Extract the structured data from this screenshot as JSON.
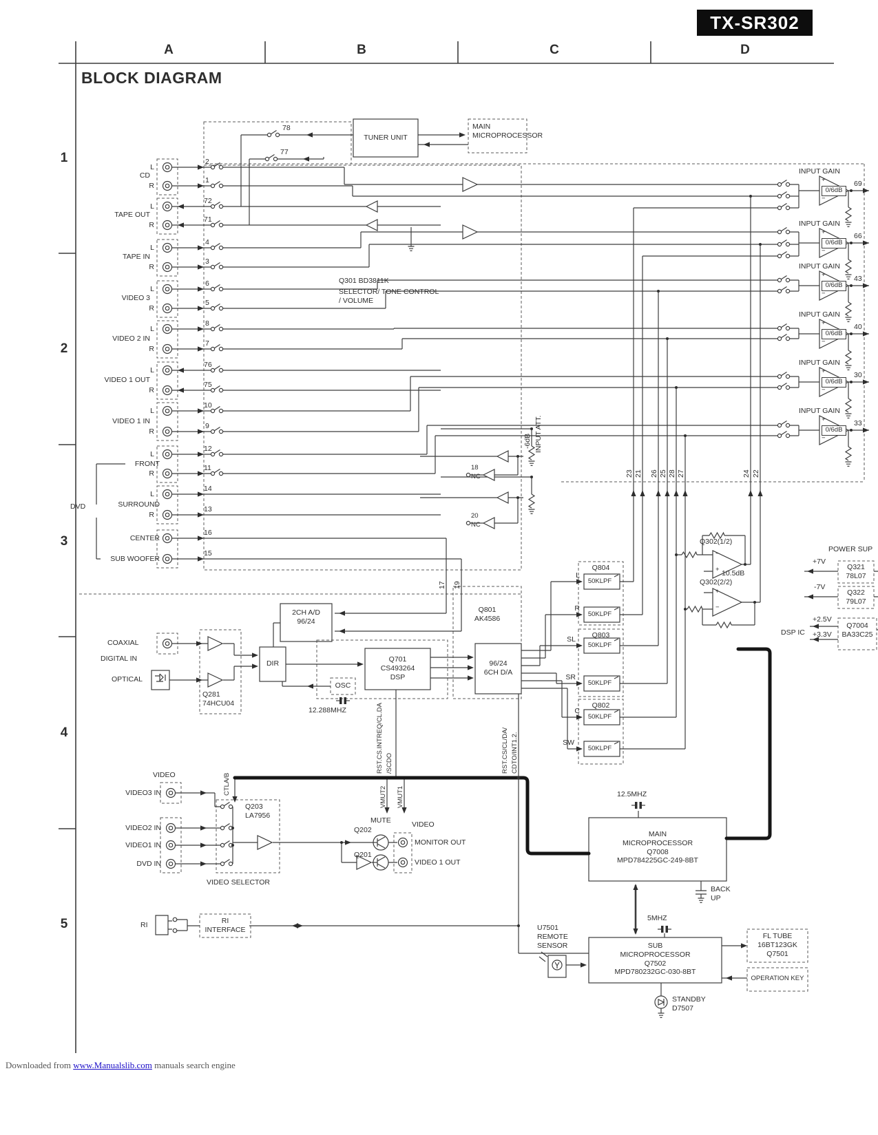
{
  "badge": "TX-SR302",
  "title": "BLOCK DIAGRAM",
  "grid": {
    "cols": [
      "A",
      "B",
      "C",
      "D"
    ],
    "rows": [
      "1",
      "2",
      "3",
      "4",
      "5"
    ]
  },
  "tuner": {
    "box": "TUNER UNIT",
    "micro": "MAIN\nMICROPROCESSOR",
    "sw78": "78",
    "sw77": "77"
  },
  "l": "L",
  "r": "R",
  "dvd": "DVD",
  "inputs": [
    {
      "label": "CD",
      "ln": "2",
      "rn": "1"
    },
    {
      "label": "TAPE OUT",
      "ln": "72",
      "rn": "71"
    },
    {
      "label": "TAPE IN",
      "ln": "4",
      "rn": "3"
    },
    {
      "label": "VIDEO 3",
      "ln": "6",
      "rn": "5"
    },
    {
      "label": "VIDEO 2 IN",
      "ln": "8",
      "rn": "7"
    },
    {
      "label": "VIDEO 1 OUT",
      "ln": "76",
      "rn": "75"
    },
    {
      "label": "VIDEO 1 IN",
      "ln": "10",
      "rn": "9"
    },
    {
      "label": "FRONT",
      "ln": "12",
      "rn": "11"
    },
    {
      "label": "SURROUND",
      "ln": "14",
      "rn": "13"
    },
    {
      "label": "CENTER",
      "ln": "16"
    },
    {
      "label": "SUB WOOFER",
      "ln": "15"
    }
  ],
  "selector": {
    "part": "Q301 BD3811K",
    "fn": "SELECTOR/ TONE CONTROL\n/ VOLUME"
  },
  "gain": {
    "label": "INPUT GAIN",
    "value": "0/6dB",
    "plus": "+",
    "minus": "−",
    "nums": [
      "69",
      "66",
      "43",
      "40",
      "30",
      "33"
    ]
  },
  "att": {
    "db": "-6dB",
    "label": "INPUT ATT.",
    "n18": "18",
    "n20": "20",
    "nc": "NC"
  },
  "pins": {
    "a": [
      "23",
      "21",
      "26",
      "25",
      "28",
      "27"
    ],
    "b": [
      "24",
      "22"
    ],
    "c": [
      "17",
      "19"
    ]
  },
  "q302": {
    "a": "Q302(1/2)",
    "b": "Q302(2/2)",
    "gain": "10.5dB"
  },
  "power": {
    "title": "POWER SUP",
    "p7": "+7V",
    "m7": "-7V",
    "q321": "Q321\n78L07",
    "q322": "Q322\n79L07",
    "dsp": "DSP IC",
    "p25": "+2.5V",
    "p33": "+3.3V",
    "q7004": "Q7004\nBA33C25"
  },
  "digital": {
    "coaxial": "COAXIAL",
    "label": "DIGITAL IN",
    "optical": "OPTICAL",
    "q281": "Q281\n74HCU04",
    "adc": "2CH A/D\n96/24",
    "dir": "DIR",
    "osc": "OSC",
    "xtal": "12.288MHZ",
    "dsp": "Q701\nCS493264\nDSP",
    "dac_id": "Q801\nAK4586",
    "dac": "96/24\n6CH D/A"
  },
  "lpf": {
    "ids": [
      "Q804",
      "Q803",
      "Q802"
    ],
    "box": "50KLPF",
    "ch": [
      "L",
      "R",
      "SL",
      "SR",
      "C",
      "SW"
    ]
  },
  "sig": {
    "s1": "RST.CS.INTREQ/CL.DA",
    "s2": "/SCDO",
    "v2": "VMUT2",
    "v1": "VMUT1",
    "s3": "RST.CS/CL/DA/",
    "s4": "CDTO/INT1.2.",
    "ctl": "CTLA/B"
  },
  "video": {
    "title": "VIDEO",
    "in3": "VIDEO3 IN",
    "in2": "VIDEO2 IN",
    "in1": "VIDEO1 IN",
    "dvd": "DVD IN",
    "part": "Q203\nLA7956",
    "caption": "VIDEO SELECTOR",
    "mute": "MUTE",
    "q202": "Q202",
    "q201": "Q201",
    "out_title": "VIDEO",
    "monitor": "MONITOR OUT",
    "v1out": "VIDEO 1 OUT"
  },
  "micro": {
    "xtal": "12.5MHZ",
    "main": "MAIN\nMICROPROCESSOR\nQ7008\nMPD784225GC-249-8BT",
    "backup": "BACK\nUP",
    "xtal2": "5MHZ",
    "sub": "SUB\nMICROPROCESSOR\nQ7502\nMPD780232GC-030-8BT",
    "sensor": "U7501\nREMOTE\nSENSOR",
    "fl": "FL TUBE\n16BT123GK\nQ7501",
    "opkey": "OPERATION KEY",
    "standby": "STANDBY\nD7507"
  },
  "ri": {
    "label": "RI",
    "box": "RI\nINTERFACE"
  },
  "footer": {
    "pre": "Downloaded from",
    "link": "www.Manualslib.com",
    "post": "manuals search engine"
  }
}
